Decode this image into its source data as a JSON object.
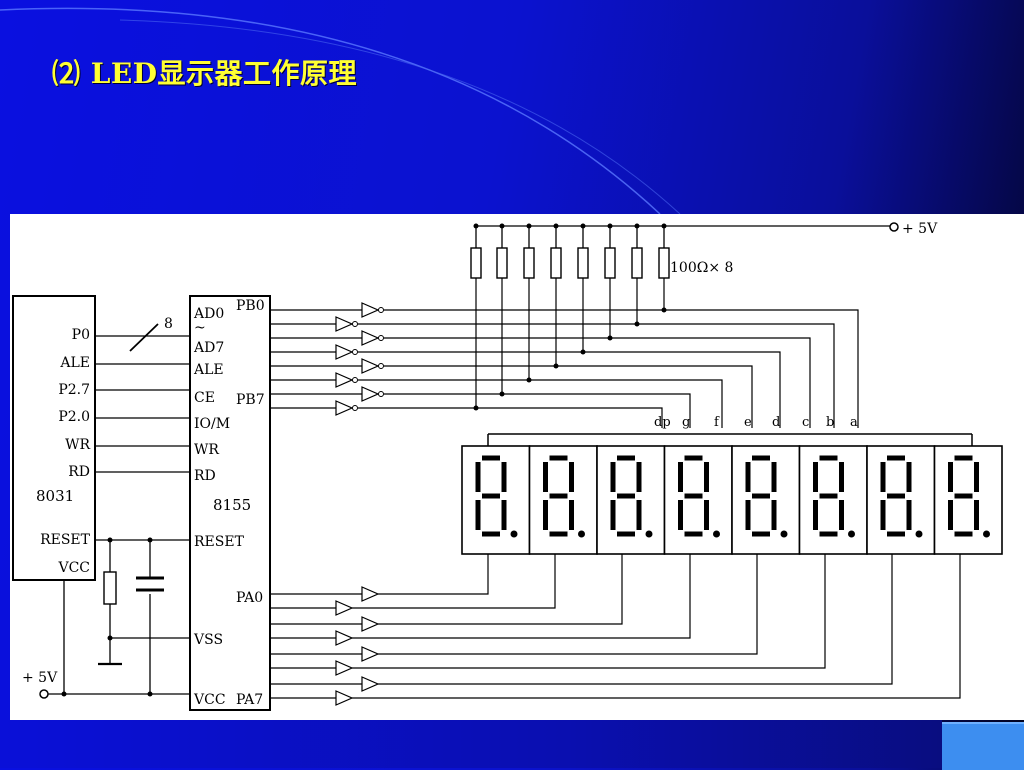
{
  "slide": {
    "title": "⑵ LED显示器工作原理"
  },
  "diagram": {
    "chip_8031": {
      "name": "8031",
      "pins": [
        "P0",
        "ALE",
        "P2.7",
        "P2.0",
        "WR",
        "RD",
        "RESET",
        "VCC"
      ]
    },
    "chip_8155": {
      "name": "8155",
      "pins_left": [
        "AD0",
        "~",
        "AD7",
        "ALE",
        "CE",
        "IO/M",
        "WR",
        "RD",
        "RESET",
        "VSS",
        "VCC"
      ],
      "pins_right": [
        "PB0",
        "PB7",
        "PA0",
        "PA7"
      ]
    },
    "bus_width": "8",
    "power_label": "+ 5V",
    "power_label_left": "+ 5V",
    "resistor_label": "100Ω× 8",
    "segment_labels": [
      "dp",
      "g",
      "f",
      "e",
      "d",
      "c",
      "b",
      "a"
    ],
    "display_digits": [
      "8",
      "8",
      "8",
      "8",
      "8",
      "8",
      "8",
      "8"
    ]
  },
  "colors": {
    "title": "#ffff33",
    "background": "#0a10e0",
    "panel": "#ffffff",
    "corner": "#3d8ef0"
  }
}
